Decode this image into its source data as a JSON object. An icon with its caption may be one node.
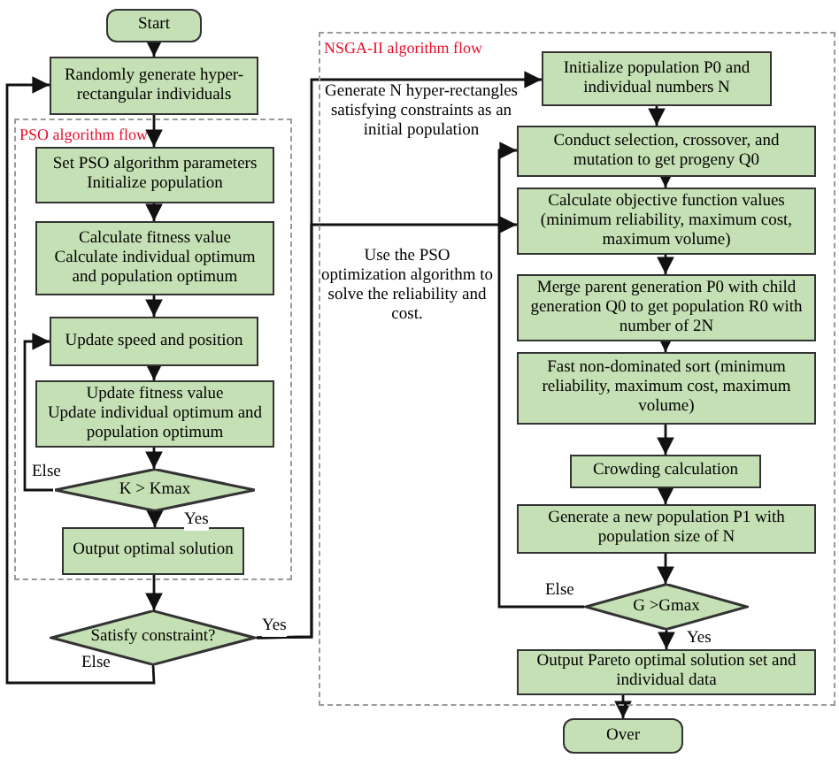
{
  "diagram": {
    "nodes": [
      {
        "text": [
          "Start"
        ]
      },
      {
        "text": [
          "Randomly generate hyper-rectangular individuals"
        ]
      },
      {
        "text": [
          "PSO algorithm flow"
        ]
      },
      {
        "text": [
          "Set PSO algorithm parameters",
          "Initialize population"
        ],
        "in": 2
      },
      {
        "text": [
          "Calculate fitness value",
          "Calculate individual optimum and population optimum"
        ],
        "in": 2
      },
      {
        "text": [
          "Update speed and position"
        ],
        "in": 2
      },
      {
        "text": [
          "Update fitness value",
          "Update individual optimum and population optimum"
        ],
        "in": 2
      },
      {
        "text": [
          "K > Kmax"
        ],
        "in": 2
      },
      {
        "text": [
          "Output optimal solution"
        ],
        "in": 2
      },
      {
        "text": [
          "Satisfy constraint?"
        ]
      },
      {
        "text": [
          "NSGA-II algorithm flow"
        ]
      },
      {
        "text": [
          "Initialize population P0 and individual numbers N"
        ],
        "in": 10
      },
      {
        "text": [
          "Conduct selection, crossover, and mutation to get progeny Q0"
        ],
        "in": 10
      },
      {
        "text": [
          "Calculate objective function values (minimum reliability, maximum cost, maximum volume)"
        ],
        "in": 10
      },
      {
        "text": [
          "Merge parent generation P0 with child generation Q0 to get population R0 with number of 2N"
        ],
        "in": 10
      },
      {
        "text": [
          "Fast non-dominated sort (minimum reliability, maximum cost, maximum volume)"
        ],
        "in": 10
      },
      {
        "text": [
          "Crowding calculation"
        ],
        "in": 10
      },
      {
        "text": [
          "Generate a new population P1 with population size of N"
        ],
        "in": 10
      },
      {
        "text": [
          "G >Gmax"
        ],
        "in": 10
      },
      {
        "text": [
          "Output Pareto optimal solution set and individual data"
        ],
        "in": 10
      },
      {
        "text": [
          "Over"
        ]
      }
    ],
    "edges": [
      {
        "from": 0,
        "to": 1,
        "arrow": "to"
      },
      {
        "from": 1,
        "to": 3,
        "arrow": "to"
      },
      {
        "from": 3,
        "to": 4,
        "arrow": "to"
      },
      {
        "from": 4,
        "to": 5,
        "arrow": "to"
      },
      {
        "from": 5,
        "to": 6,
        "arrow": "to"
      },
      {
        "from": 6,
        "to": 7,
        "arrow": "to"
      },
      {
        "from": 7,
        "to": 5,
        "arrow": "to",
        "label": "Else"
      },
      {
        "from": 7,
        "to": 8,
        "arrow": "to",
        "label": "Yes"
      },
      {
        "from": 8,
        "to": 9,
        "arrow": "to"
      },
      {
        "from": 9,
        "to": 1,
        "arrow": "to",
        "label": "Else"
      },
      {
        "from": 9,
        "to": 11,
        "arrow": "to",
        "label": "Generate N hyper-rectangles satisfying constraints as an initial population"
      },
      {
        "from": 9,
        "to": 13,
        "arrow": "to",
        "label": "Use the PSO optimization algorithm to solve the reliability and cost."
      },
      {
        "from": 11,
        "to": 12,
        "arrow": "to"
      },
      {
        "from": 12,
        "to": 13,
        "arrow": "to"
      },
      {
        "from": 13,
        "to": 14,
        "arrow": "to"
      },
      {
        "from": 14,
        "to": 15,
        "arrow": "to"
      },
      {
        "from": 15,
        "to": 16,
        "arrow": "to"
      },
      {
        "from": 16,
        "to": 17,
        "arrow": "to"
      },
      {
        "from": 17,
        "to": 18,
        "arrow": "to"
      },
      {
        "from": 18,
        "to": 12,
        "arrow": "to",
        "label": "Else"
      },
      {
        "from": 18,
        "to": 19,
        "arrow": "to",
        "label": "Yes"
      },
      {
        "from": 19,
        "to": 20,
        "arrow": "to"
      }
    ],
    "labels": [
      "Yes"
    ]
  }
}
